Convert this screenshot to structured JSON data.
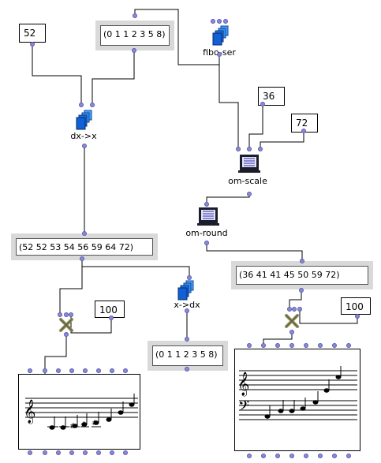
{
  "number_boxes": {
    "n52": "52",
    "n36": "36",
    "n72": "72",
    "n100a": "100",
    "n100b": "100"
  },
  "lists": {
    "top_list": "(0 1 1 2 3 5 8)",
    "dx_list": "(52 52 53 54 56 59 64 72)",
    "xdx_list": "(0 1 1 2 3 5 8)",
    "round_list": "(36 41 41 45 50 59 72)"
  },
  "functions": {
    "fibo_ser": "fibo-ser",
    "dx_to_x": "dx->x",
    "x_to_dx": "x->dx",
    "om_scale": "om-scale",
    "om_round": "om-round"
  }
}
